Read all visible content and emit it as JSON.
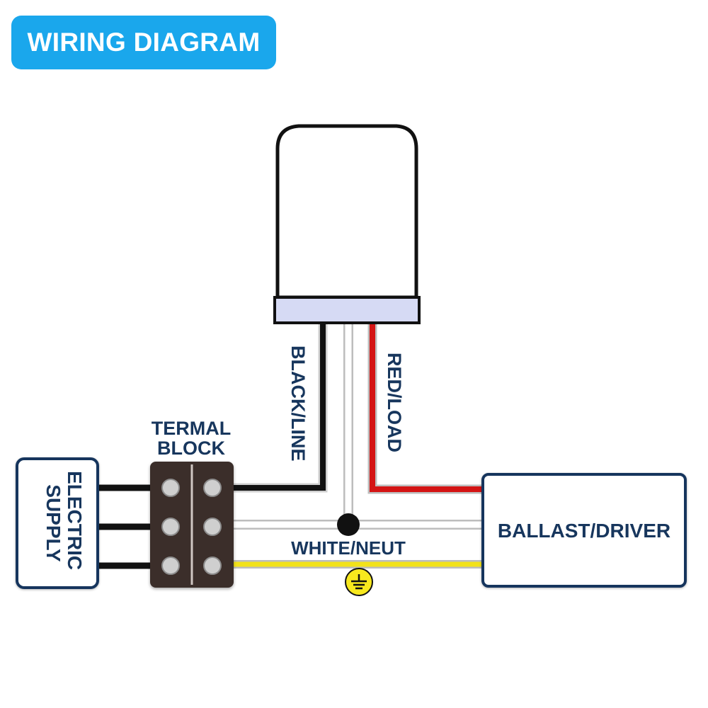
{
  "title": "WIRING DIAGRAM",
  "labels": {
    "electric_supply": "ELECTRIC SUPPLY",
    "terminal_block_line1": "TERMAL",
    "terminal_block_line2": "BLOCK",
    "black_line": "BLACK/LINE",
    "red_load": "RED/LOAD",
    "white_neut": "WHITE/NEUT",
    "ballast_driver": "BALLAST/DRIVER"
  },
  "icons": {
    "ground": "ground-symbol",
    "junction": "wire-junction-dot",
    "sensor": "photocell-sensor"
  },
  "colors": {
    "title_badge": "#1aa7ec",
    "label_text": "#17365d",
    "wire_black": "#1a1a1a",
    "wire_white": "#ffffff",
    "wire_red": "#d41414",
    "wire_ground": "#f2e21a",
    "terminal_block": "#3a2e2b"
  }
}
